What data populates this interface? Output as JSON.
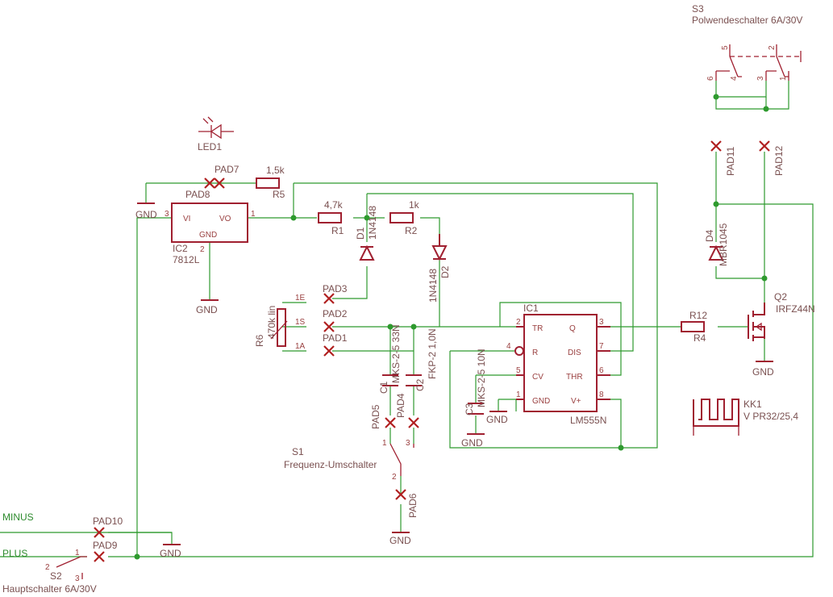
{
  "nets": {
    "minus": "MINUS",
    "plus": "PLUS"
  },
  "components": {
    "s3": {
      "ref": "S3",
      "value": "Polwendeschalter 6A/30V",
      "pins": [
        "5",
        "2",
        "6",
        "4",
        "3",
        "1"
      ]
    },
    "led1": {
      "ref": "LED1"
    },
    "pad7": "PAD7",
    "pad8": "PAD8",
    "r5": {
      "ref": "R5",
      "value": "1,5k"
    },
    "ic2": {
      "ref": "IC2",
      "value": "7812L",
      "vi": "VI",
      "vo": "VO",
      "gnd": "GND",
      "pin_vi": "3",
      "pin_vo": "1",
      "pin_gnd": "2"
    },
    "r1": {
      "ref": "R1",
      "value": "4,7k"
    },
    "r2": {
      "ref": "R2",
      "value": "1k"
    },
    "d1": {
      "ref": "D1",
      "value": "1N4148"
    },
    "d2": {
      "ref": "D2",
      "value": "1N4148"
    },
    "pad3": "PAD3",
    "pad2": "PAD2",
    "pad1": "PAD1",
    "r6": {
      "ref": "R6",
      "value": "470k lin",
      "pins": [
        "1E",
        "1S",
        "1A"
      ]
    },
    "c1": {
      "ref": "C1",
      "value": "MKS-2-5 33N"
    },
    "c2": {
      "ref": "C2",
      "value": "FKP-2 1,0N"
    },
    "c3": {
      "ref": "C3",
      "value": "MKS-2-5 10N"
    },
    "ic1": {
      "ref": "IC1",
      "value": "LM555N",
      "left": [
        "TR",
        "R",
        "CV",
        "GND"
      ],
      "right": [
        "Q",
        "DIS",
        "THR",
        "V+"
      ],
      "left_pins": [
        "2",
        "4",
        "5",
        "1"
      ],
      "right_pins": [
        "3",
        "7",
        "6",
        "8"
      ]
    },
    "pad5": "PAD5",
    "pad4": "PAD4",
    "pad6": "PAD6",
    "s1": {
      "ref": "S1",
      "value": "Frequenz-Umschalter",
      "pins": [
        "1",
        "3",
        "2"
      ]
    },
    "r12": {
      "ref": "R12",
      "value": "R4"
    },
    "q2": {
      "ref": "Q2",
      "value": "IRFZ44N"
    },
    "d4": {
      "ref": "D4",
      "value": "MBR1045"
    },
    "pad11": "PAD11",
    "pad12": "PAD12",
    "kk1": {
      "ref": "KK1",
      "value": "V PR32/25,4"
    },
    "pad10": "PAD10",
    "pad9": "PAD9",
    "s2": {
      "ref": "S2",
      "value": "Hauptschalter 6A/30V",
      "pins": [
        "2",
        "1",
        "3"
      ]
    }
  },
  "gnd_label": "GND"
}
